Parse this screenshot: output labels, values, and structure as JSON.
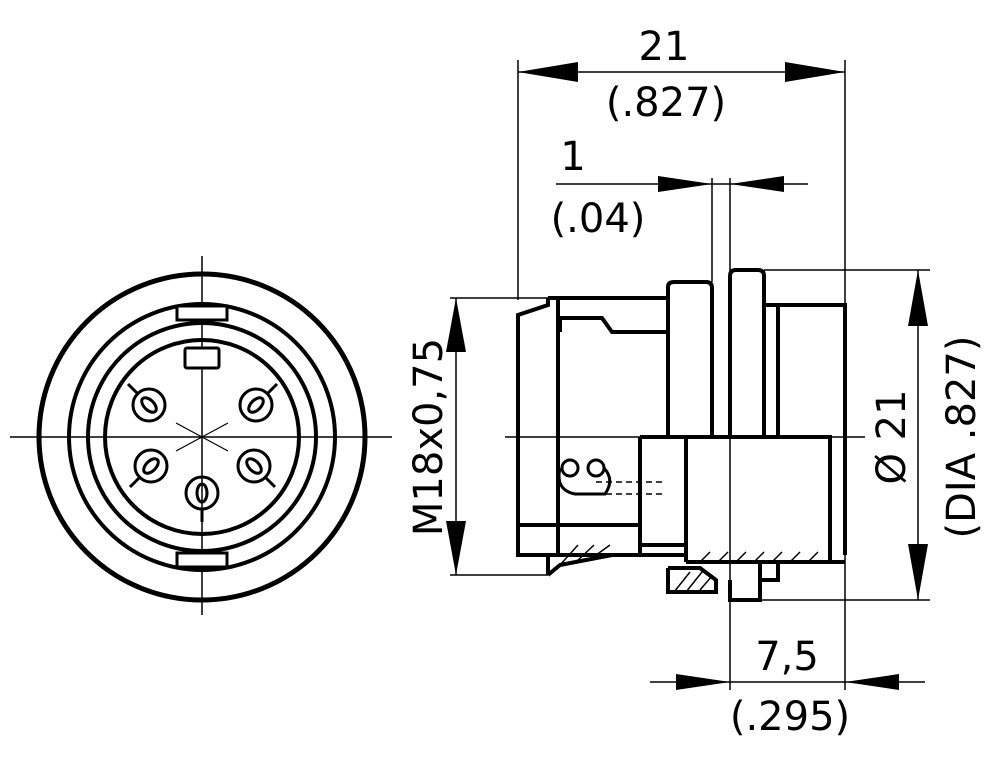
{
  "dimensions": {
    "overall_length": {
      "metric": "21",
      "imperial": "(.827)"
    },
    "flange_thickness": {
      "metric": "1",
      "imperial": "(.04)"
    },
    "thread": {
      "label": "M18x0,75"
    },
    "diameter": {
      "metric": "Ø 21",
      "imperial": "(DIA .827)"
    },
    "panel_depth": {
      "metric": "7,5",
      "imperial": "(.295)"
    }
  },
  "pin_count": 5
}
